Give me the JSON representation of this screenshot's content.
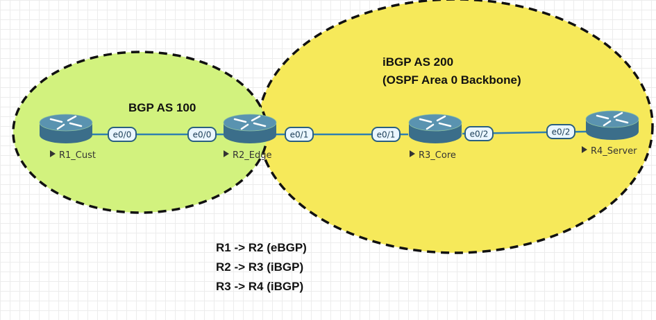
{
  "zones": [
    {
      "id": "as100",
      "title": "BGP AS 100",
      "subtitle": "",
      "fill": "#d2f27e",
      "border": "#111111"
    },
    {
      "id": "as200",
      "title": "iBGP AS 200",
      "subtitle": "(OSPF Area 0 Backbone)",
      "fill": "#f6e95a",
      "border": "#111111"
    }
  ],
  "nodes": [
    {
      "id": "R1",
      "label": "R1_Cust",
      "icon": "router-icon"
    },
    {
      "id": "R2",
      "label": "R2_Edge",
      "icon": "router-icon"
    },
    {
      "id": "R3",
      "label": "R3_Core",
      "icon": "router-icon"
    },
    {
      "id": "R4",
      "label": "R4_Server",
      "icon": "router-icon"
    }
  ],
  "links": [
    {
      "from": "R1",
      "to": "R2",
      "from_iface": "e0/0",
      "to_iface": "e0/0"
    },
    {
      "from": "R2",
      "to": "R3",
      "from_iface": "e0/1",
      "to_iface": "e0/1"
    },
    {
      "from": "R3",
      "to": "R4",
      "from_iface": "e0/2",
      "to_iface": "e0/2"
    }
  ],
  "colors": {
    "router_body": "#3b6e8a",
    "router_top": "#5a93b0",
    "link": "#2e7fb0",
    "iface_fill": "#eaf6ff",
    "iface_border": "#2a5f80"
  },
  "notes": [
    "R1 -> R2 (eBGP)",
    "R2 -> R3 (iBGP)",
    "R3 -> R4 (iBGP)"
  ]
}
